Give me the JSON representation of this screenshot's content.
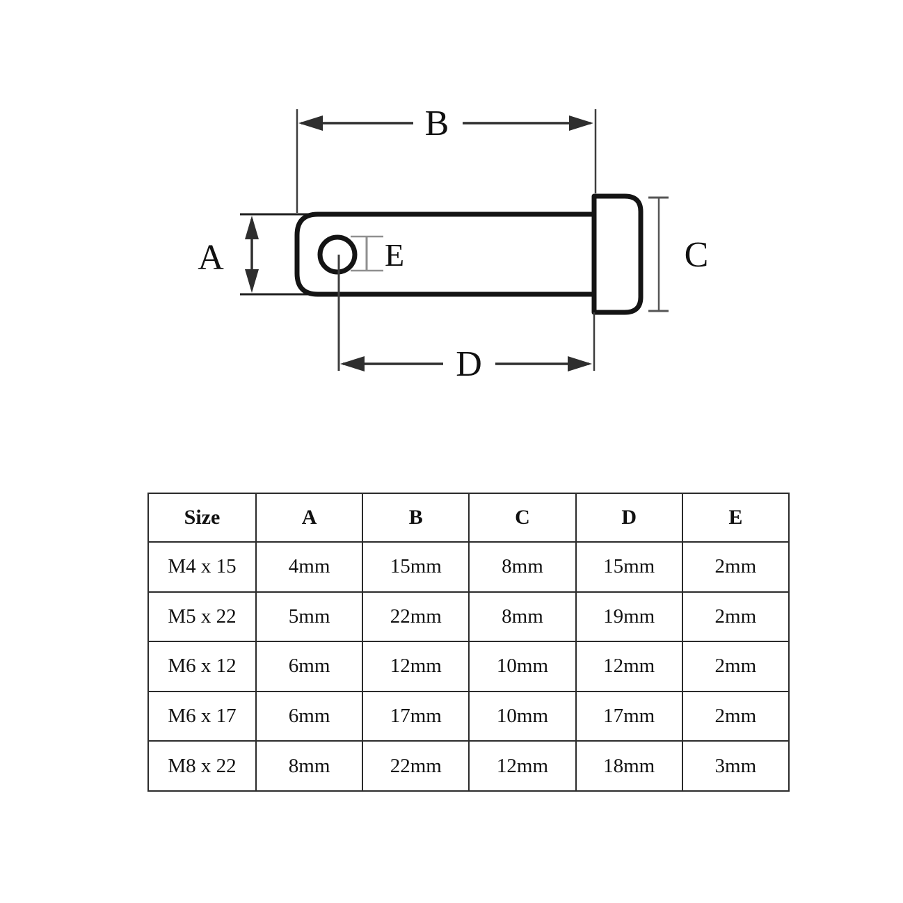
{
  "diagram": {
    "name": "clevis-pin-dimension-drawing",
    "labels": {
      "a": "A",
      "b": "B",
      "c": "C",
      "d": "D",
      "e": "E"
    },
    "colors": {
      "outline": "#141414",
      "dimension_line": "#3d3d3d",
      "light_dimension_line": "#8f8f8f",
      "background": "#ffffff"
    }
  },
  "table": {
    "border_color": "#2b2b2b",
    "headers": [
      "Size",
      "A",
      "B",
      "C",
      "D",
      "E"
    ],
    "rows": [
      [
        "M4 x 15",
        "4mm",
        "15mm",
        "8mm",
        "15mm",
        "2mm"
      ],
      [
        "M5 x 22",
        "5mm",
        "22mm",
        "8mm",
        "19mm",
        "2mm"
      ],
      [
        "M6 x 12",
        "6mm",
        "12mm",
        "10mm",
        "12mm",
        "2mm"
      ],
      [
        "M6 x 17",
        "6mm",
        "17mm",
        "10mm",
        "17mm",
        "2mm"
      ],
      [
        "M8 x 22",
        "8mm",
        "22mm",
        "12mm",
        "18mm",
        "3mm"
      ]
    ]
  }
}
